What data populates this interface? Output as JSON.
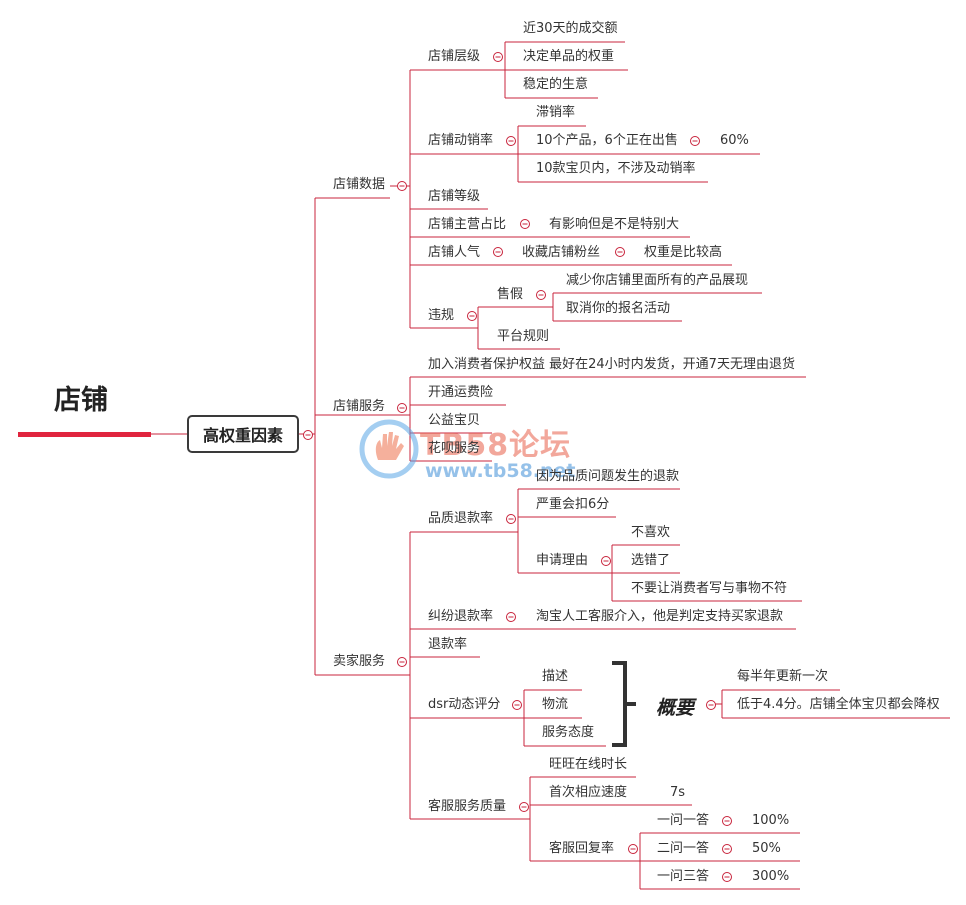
{
  "root": {
    "title": "店铺"
  },
  "main_topic": "高权重因素",
  "summary": "概要",
  "watermark": {
    "logo_text": "TB58论坛",
    "url": "www.tb58.net"
  },
  "branches": {
    "store_data": "店铺数据",
    "store_service": "店铺服务",
    "seller_service": "卖家服务"
  },
  "store_data": {
    "level": {
      "label": "店铺层级",
      "children": [
        "近30天的成交额",
        "决定单品的权重",
        "稳定的生意"
      ]
    },
    "sell_through": {
      "label": "店铺动销率",
      "unsold": "滞销率",
      "example": "10个产品，6个正在出售",
      "example_value": "60%",
      "note": "10款宝贝内，不涉及动销率"
    },
    "grade": "店铺等级",
    "main_category": {
      "label": "店铺主营占比",
      "child": "有影响但是不是特别大"
    },
    "popularity": {
      "label": "店铺人气",
      "child": "收藏店铺粉丝",
      "grandchild": "权重是比较高"
    },
    "violation": {
      "label": "违规",
      "fake": "售假",
      "fake_effects": [
        "减少你店铺里面所有的产品展现",
        "取消你的报名活动"
      ],
      "rules": "平台规则"
    }
  },
  "store_service": {
    "items": [
      "加入消费者保护权益 最好在24小时内发货，开通7天无理由退货",
      "开通运费险",
      "公益宝贝",
      "花呗服务"
    ]
  },
  "seller_service": {
    "quality_refund": {
      "label": "品质退款率",
      "children": [
        "因为品质问题发生的退款",
        "严重会扣6分"
      ],
      "reason": "申请理由",
      "reasons": [
        "不喜欢",
        "选错了",
        "不要让消费者写与事物不符"
      ]
    },
    "dispute_refund": {
      "label": "纠纷退款率",
      "child": "淘宝人工客服介入，他是判定支持买家退款"
    },
    "refund_rate": "退款率",
    "dsr": {
      "label": "dsr动态评分",
      "items": [
        "描述",
        "物流",
        "服务态度"
      ],
      "summary_points": [
        "每半年更新一次",
        "低于4.4分。店铺全体宝贝都会降权"
      ]
    },
    "cs_quality": {
      "label": "客服服务质量",
      "online": "旺旺在线时长",
      "first_response": "首次相应速度",
      "first_response_value": "7s",
      "reply_rate": "客服回复率",
      "reply": [
        {
          "q": "一问一答",
          "v": "100%"
        },
        {
          "q": "二问一答",
          "v": "50%"
        },
        {
          "q": "一问三答",
          "v": "300%"
        }
      ]
    }
  },
  "colors": {
    "line": "#c8243c",
    "root_bar": "#e0243e",
    "text": "#333333"
  }
}
